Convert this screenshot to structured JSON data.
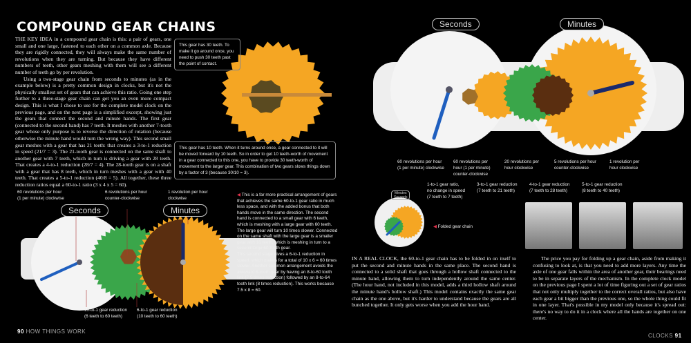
{
  "left_page": {
    "title": "COMPOUND GEAR CHAINS",
    "intro_lead": "THE KEY IDEA",
    "intro": " in a compound gear chain is this: a pair of gears, one small and one large, fastened to each other on a common axle. Because they are rigidly connected, they will always make the same number of revolutions when they are turning. But because they have different numbers of teeth, other gears meshing with them will see a different number of teeth go by per revolution.",
    "para2": "Using a two-stage gear chain from seconds to minutes (as in the example below) is a pretty common design in clocks, but it's not the physically smallest set of gears that can achieve this ratio. Going one step further to a three-stage gear chain can get you an even more compact design. This is what I chose to use for the complete model clock on the previous page, and on the next page is a simplified excerpt, showing just the gears that connect the second and minute hands. The first gear (connected to the second hand) has 7 teeth. It meshes with another 7-tooth gear whose only purpose is to reverse the direction of rotation (because otherwise the minute hand would turn the wrong way). This second small gear meshes with a gear that has 21 teeth: that creates a 3-to-1 reduction in speed (21/7 = 3). The 21-tooth gear is connected on the same shaft to another gear with 7 teeth, which in turn is driving a gear with 28 teeth. That creates a 4-to-1 reduction (28/7 = 4). The 28-tooth gear is on a shaft with a gear that has 8 teeth, which in turn meshes with a gear with 40 teeth. That creates a 5-to-1 reduction (40/8 = 5). All together, these three reduction ratios equal a 60-to-1 ratio (3 x 4 x 5 = 60).",
    "callout_30": "This gear has 30 teeth. To make it go around once, you need to push 30 teeth past the point of contact.",
    "callout_10": "This gear has 10 teeth. When it turns around once, a gear connected to it will be moved forward by 10 teeth. So in order to get 10 teeth-worth of movement in a gear connected to this one, you have to provide 30 teeth-worth of movement to the larger gear. This combination of two gears slows things down by a factor of 3 (because 30/10 = 3).",
    "diagram": {
      "seconds": "Seconds",
      "minutes": "Minutes",
      "label_60": "60 revolutions per hour\n(1 per minute) clockwise",
      "label_6": "6 revolutions per hour\ncounter-clockwise",
      "label_1": "1 revolution per hour\nclockwise",
      "label_10to1": "10-to-1 gear reduction\n(6 teeth to 60 teeth)",
      "label_6to1": "6-to-1 gear reduction\n(10 teeth to 60 teeth)"
    },
    "side_note": "This is a far more practical arrangement of gears that achieves the same 60-to-1 gear ratio in much less space, and with the added bonus that both hands move in the same direction. The second hand is connected to a small gear with 6 teeth, which is meshing with a large gear with 60 teeth. The large gear will turn 10 times slower. Connected on the same shaft with the large gear is a smaller gear with 10 teeth, which is meshing in turn to a second large 60-tooth gear.",
    "side_note2": "This second stage gives a 6-to-1 reduction in speed, which makes for a total of 10 x 6 = 60 times slower. Another common arrangement avoids the awkward 6-tooth gear by having an 8-to-60 tooth link (7.5 times reduction) followed by an 8-to-64 tooth link (8 times reduction). This works because 7.5 x 8 = 60.",
    "page_number": "90",
    "running_head": "HOW THINGS WORK"
  },
  "right_page": {
    "seconds": "Seconds",
    "minutes": "Minutes",
    "top_labels": [
      "60 revolutions per hour\n(1 per minute) clockwise",
      "60 revolutions per\nhour (1 per minute)\ncounter-clockwise",
      "20 revolutions per\nhour clockwise",
      "5 revolutions per hour\ncounter-clockwise",
      "1 revolution per\nhour clockwise"
    ],
    "bottom_labels": [
      "1-to-1 gear ratio,\nno change in speed\n(7 teeth to 7 teeth)",
      "3-to-1 gear reduction\n(7 teeth to 21 teeth)",
      "4-to-1 gear reduction\n(7 teeth to 28 teeth)",
      "5-to-1 gear reduction\n(8 teeth to 40 teeth)"
    ],
    "folded_minutes": "Minutes",
    "folded_seconds": "Seconds",
    "folded_caption": "Folded gear chain",
    "body1_lead": "IN A REAL CLOCK,",
    "body1": " the 60-to-1 gear chain has to be folded in on itself to put the second and minute hands in the same place. The second hand is connected to a solid shaft that goes through a hollow shaft connected to the minute hand, allowing them to turn independently around the same center. (The hour hand, not included in this model, adds a third hollow shaft around the minute hand's hollow shaft.) This model contains exactly the same gear chain as the one above, but it's harder to understand because the gears are all bunched together. It only gets worse when you add the hour hand.",
    "body2": "The price you pay for folding up a gear chain, aside from making it confusing to look at, is that you need to add more layers. Any time the axle of one gear falls within the area of another gear, their bearings need to be in separate layers of the mechanism. In the complete clock model on the previous page I spent a lot of time figuring out a set of gear ratios that not only multiply together to the correct overall ratios, but also have each gear a bit bigger than the previous one, so the whole thing could fit in one layer. That's possible in my model only because it's spread out: there's no way to do it in a clock where all the hands are together on one center.",
    "running_head": "CLOCKS",
    "page_number": "91"
  },
  "colors": {
    "orange": "#f5a623",
    "green": "#3aa64a",
    "brown": "#5a2e10",
    "blue": "#1f5fbf",
    "navy": "#1a2a6c",
    "accent": "#e0334c"
  }
}
